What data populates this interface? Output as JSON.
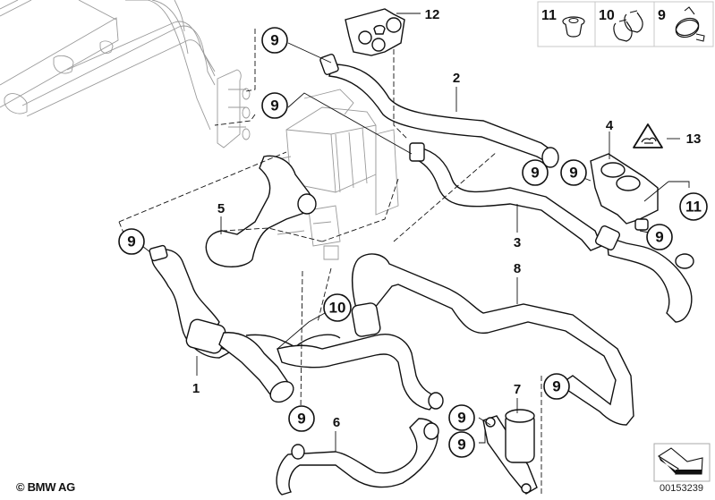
{
  "diagram": {
    "type": "parts-exploded-view",
    "subject": "Heater / coolant hoses assembly",
    "callouts": [
      {
        "id": "c9-top",
        "label": "9"
      },
      {
        "id": "c9-second",
        "label": "9"
      },
      {
        "id": "c12",
        "label": "12"
      },
      {
        "id": "c2",
        "label": "2"
      },
      {
        "id": "c4",
        "label": "4"
      },
      {
        "id": "c13",
        "label": "13"
      },
      {
        "id": "c9-valve-left",
        "label": "9"
      },
      {
        "id": "c9-valve-right",
        "label": "9"
      },
      {
        "id": "c11",
        "label": "11"
      },
      {
        "id": "c5",
        "label": "5"
      },
      {
        "id": "c3",
        "label": "3"
      },
      {
        "id": "c9-valve-bottom",
        "label": "9"
      },
      {
        "id": "c9-left",
        "label": "9"
      },
      {
        "id": "c8",
        "label": "8"
      },
      {
        "id": "c10",
        "label": "10"
      },
      {
        "id": "c1",
        "label": "1"
      },
      {
        "id": "c7",
        "label": "7"
      },
      {
        "id": "c9-right",
        "label": "9"
      },
      {
        "id": "c9-bottom-left",
        "label": "9"
      },
      {
        "id": "c6",
        "label": "6"
      },
      {
        "id": "c9-pump-upper",
        "label": "9"
      },
      {
        "id": "c9-pump-lower",
        "label": "9"
      }
    ],
    "legend": [
      {
        "label": "11",
        "part_icon": "grommet-icon"
      },
      {
        "label": "10",
        "part_icon": "hose-clip-icon"
      },
      {
        "label": "9",
        "part_icon": "spring-clamp-icon"
      }
    ],
    "copyright": "© BMW AG",
    "document_number": "00153239",
    "nav_icon": "arrow-down-right-icon"
  }
}
